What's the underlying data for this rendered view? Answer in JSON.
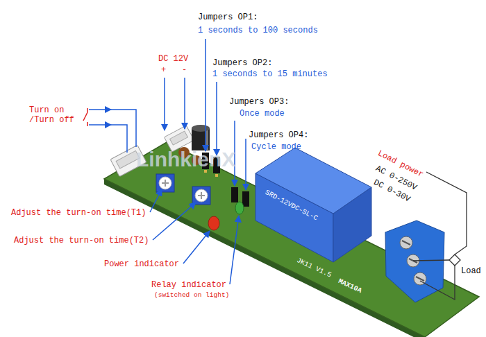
{
  "diagram": {
    "labels": [
      "Jumpers OP1:",
      "1 seconds to 100 seconds",
      "DC 12V",
      "+",
      "-",
      "Jumpers OP2:",
      "1 seconds to 15 minutes",
      "Jumpers OP3:",
      "Once mode",
      "Jumpers OP4:",
      "Cycle mode",
      "Turn on /Turn off",
      "LinhkienX",
      "SRD-12VDC-SL-C",
      "Load power",
      "AC 0-250V",
      "DC 0-30V",
      "Adjust the turn-on time(T1)",
      "Adjust the turn-on time(T2)",
      "Power indicator",
      "Load",
      "JK11 V1.5",
      "MAX10A",
      "Relay indicator",
      "(switched on light)"
    ]
  }
}
